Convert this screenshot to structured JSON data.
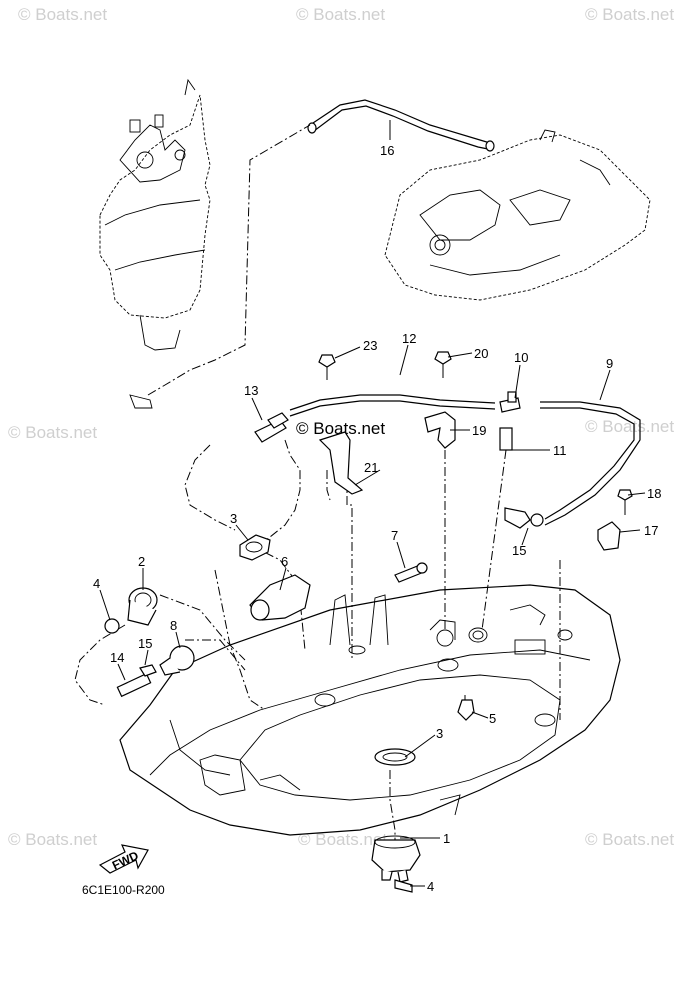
{
  "diagram": {
    "code": "6C1E100-R200",
    "fwd_label": "FWD",
    "watermarks": [
      "© Boats.net",
      "© Boats.net",
      "© Boats.net",
      "© Boats.net",
      "© Boats.net",
      "© Boats.net",
      "© Boats.net",
      "© Boats.net",
      "© Boats.net"
    ],
    "center_watermark": "© Boats.net"
  },
  "callouts": [
    "1",
    "3",
    "4",
    "5",
    "16",
    "12",
    "23",
    "20",
    "10",
    "9",
    "13",
    "19",
    "11",
    "21",
    "3",
    "18",
    "17",
    "7",
    "15",
    "6",
    "2",
    "4",
    "15",
    "8",
    "14"
  ]
}
